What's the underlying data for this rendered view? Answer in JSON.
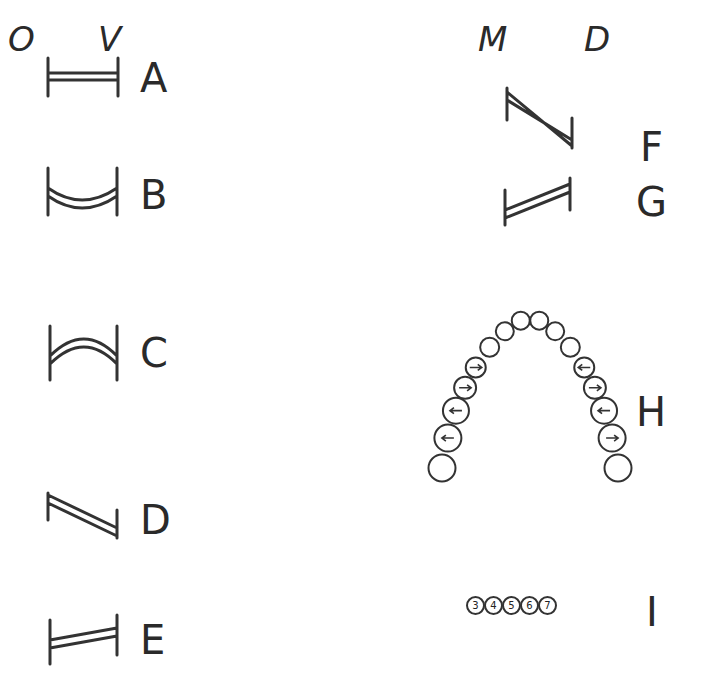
{
  "diagram": {
    "nodes": [
      {
        "text": [
          "3"
        ]
      },
      {
        "text": [
          "4"
        ]
      },
      {
        "text": [
          "5"
        ]
      },
      {
        "text": [
          "6"
        ]
      },
      {
        "text": [
          "7"
        ]
      }
    ],
    "labels": [
      "O",
      "V",
      "M",
      "D",
      "A",
      "B",
      "C",
      "D",
      "E",
      "F",
      "G",
      "H",
      "I"
    ]
  }
}
